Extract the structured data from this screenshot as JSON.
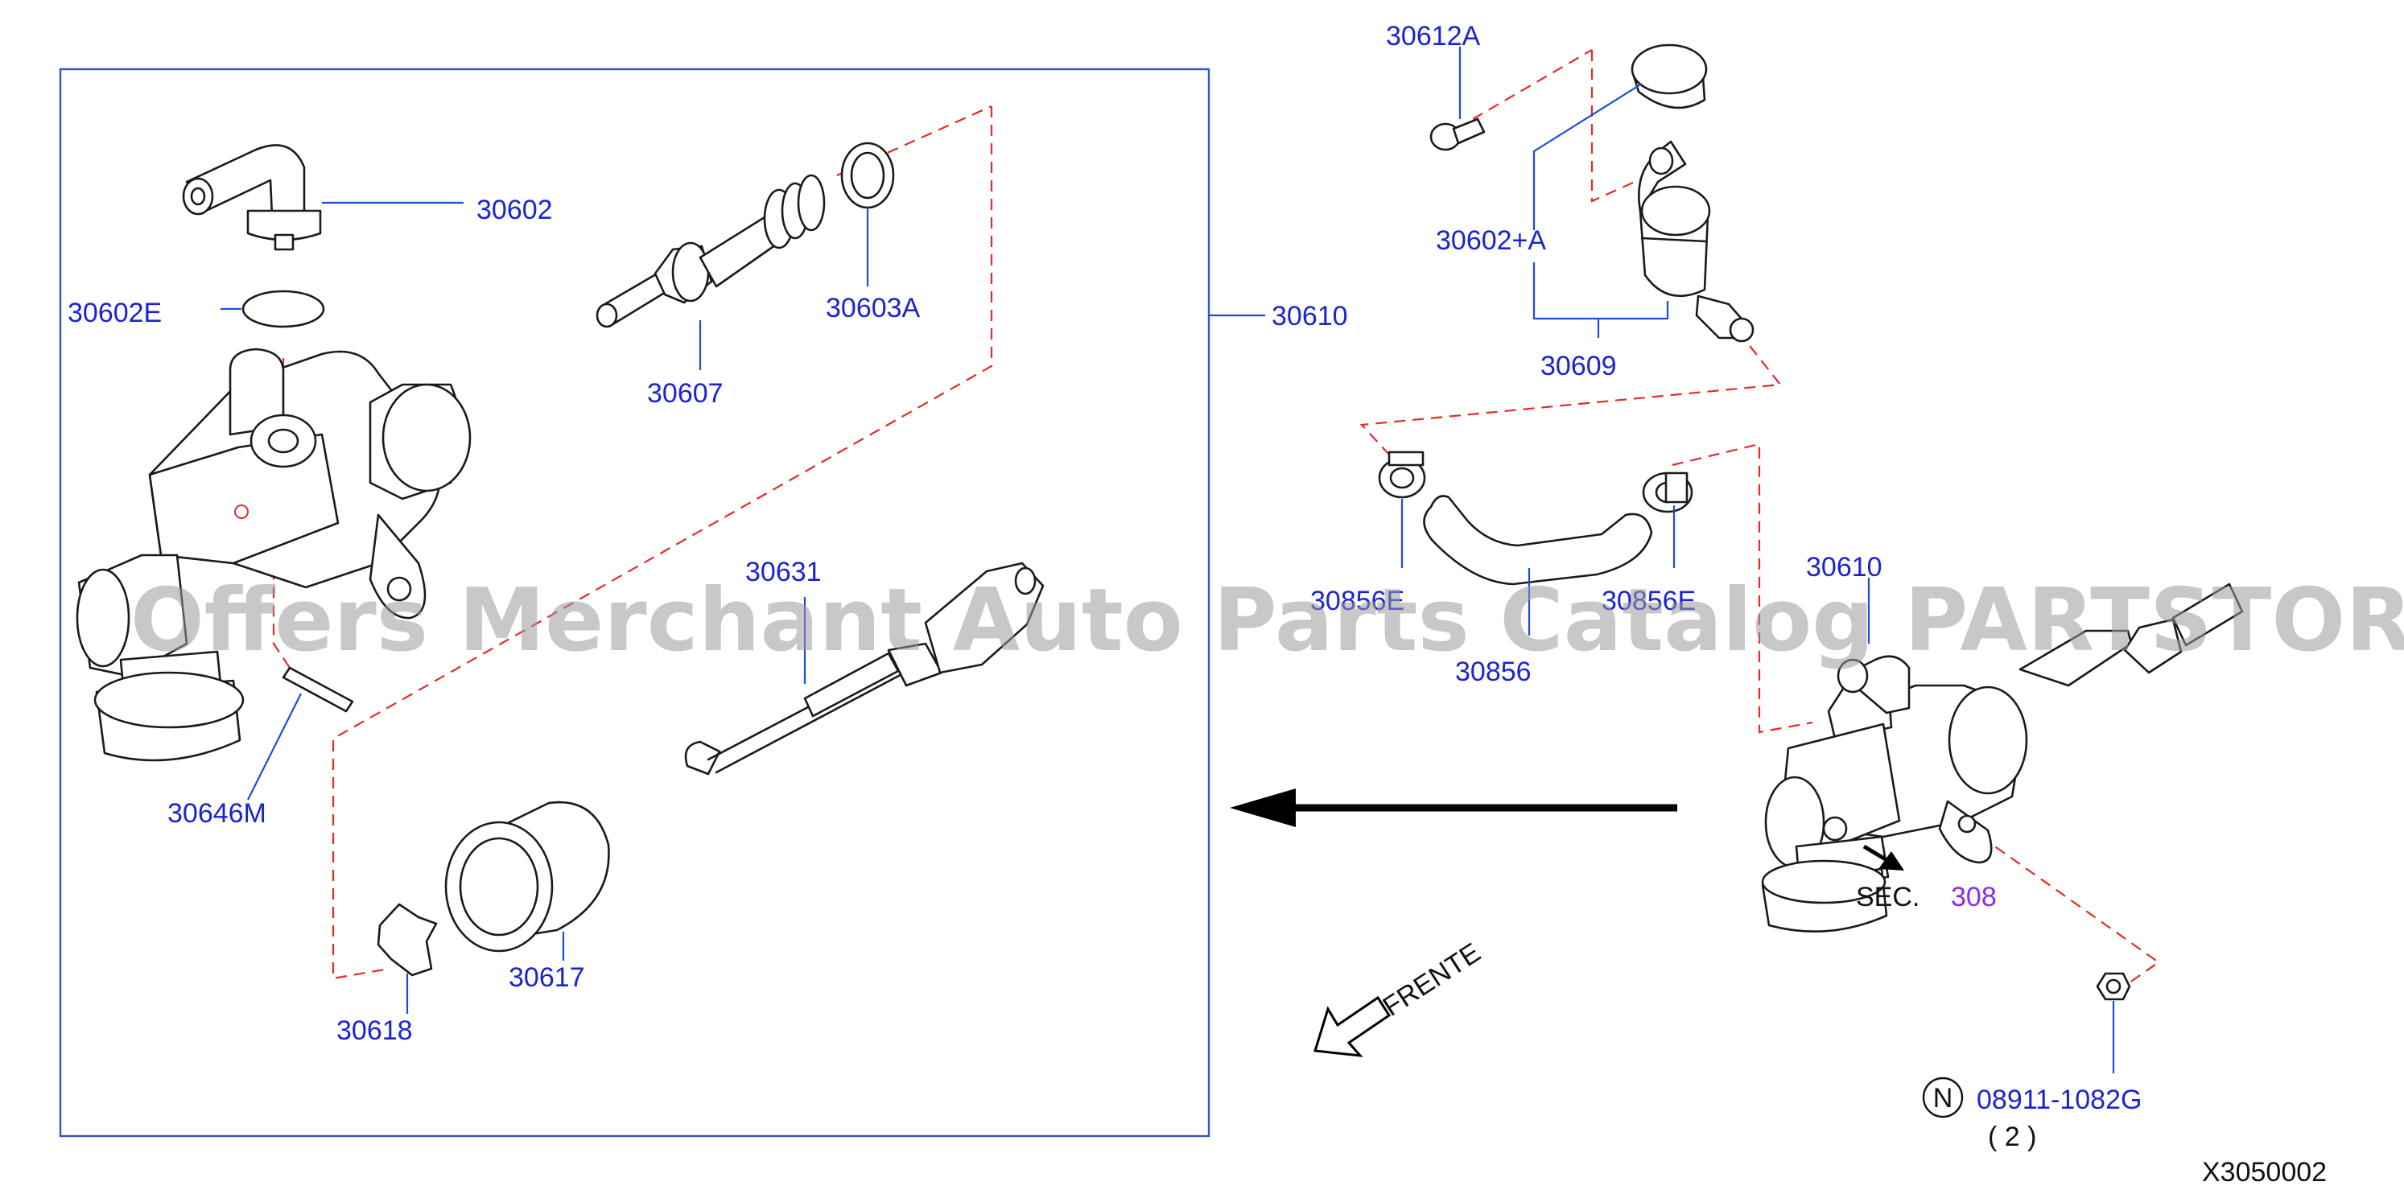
{
  "labels": {
    "p30602": "30602",
    "p30602E": "30602E",
    "p30603A": "30603A",
    "p30607": "30607",
    "p30610_main": "30610",
    "p30610_small": "30610",
    "p30631": "30631",
    "p30646M": "30646M",
    "p30617": "30617",
    "p30618": "30618",
    "p30612A": "30612A",
    "p30602A": "30602+A",
    "p30609": "30609",
    "p30856": "30856",
    "p30856E_left": "30856E",
    "p30856E_right": "30856E",
    "sec_prefix": "SEC.",
    "sec_number": "308",
    "nut_symbol": "N",
    "nut_part": "08911-1082G",
    "nut_qty": "( 2 )",
    "front": "FRENTE",
    "diagram_code": "X3050002"
  },
  "watermark": "Offers Merchant Auto Parts Catalog PARTSTORE.SA",
  "colors": {
    "label": "#1a25d0",
    "leader": "#1f4bd6",
    "dashed_guide": "#e52a2a",
    "section_ref": "#8a2be2",
    "outline": "#1a1a1a"
  }
}
